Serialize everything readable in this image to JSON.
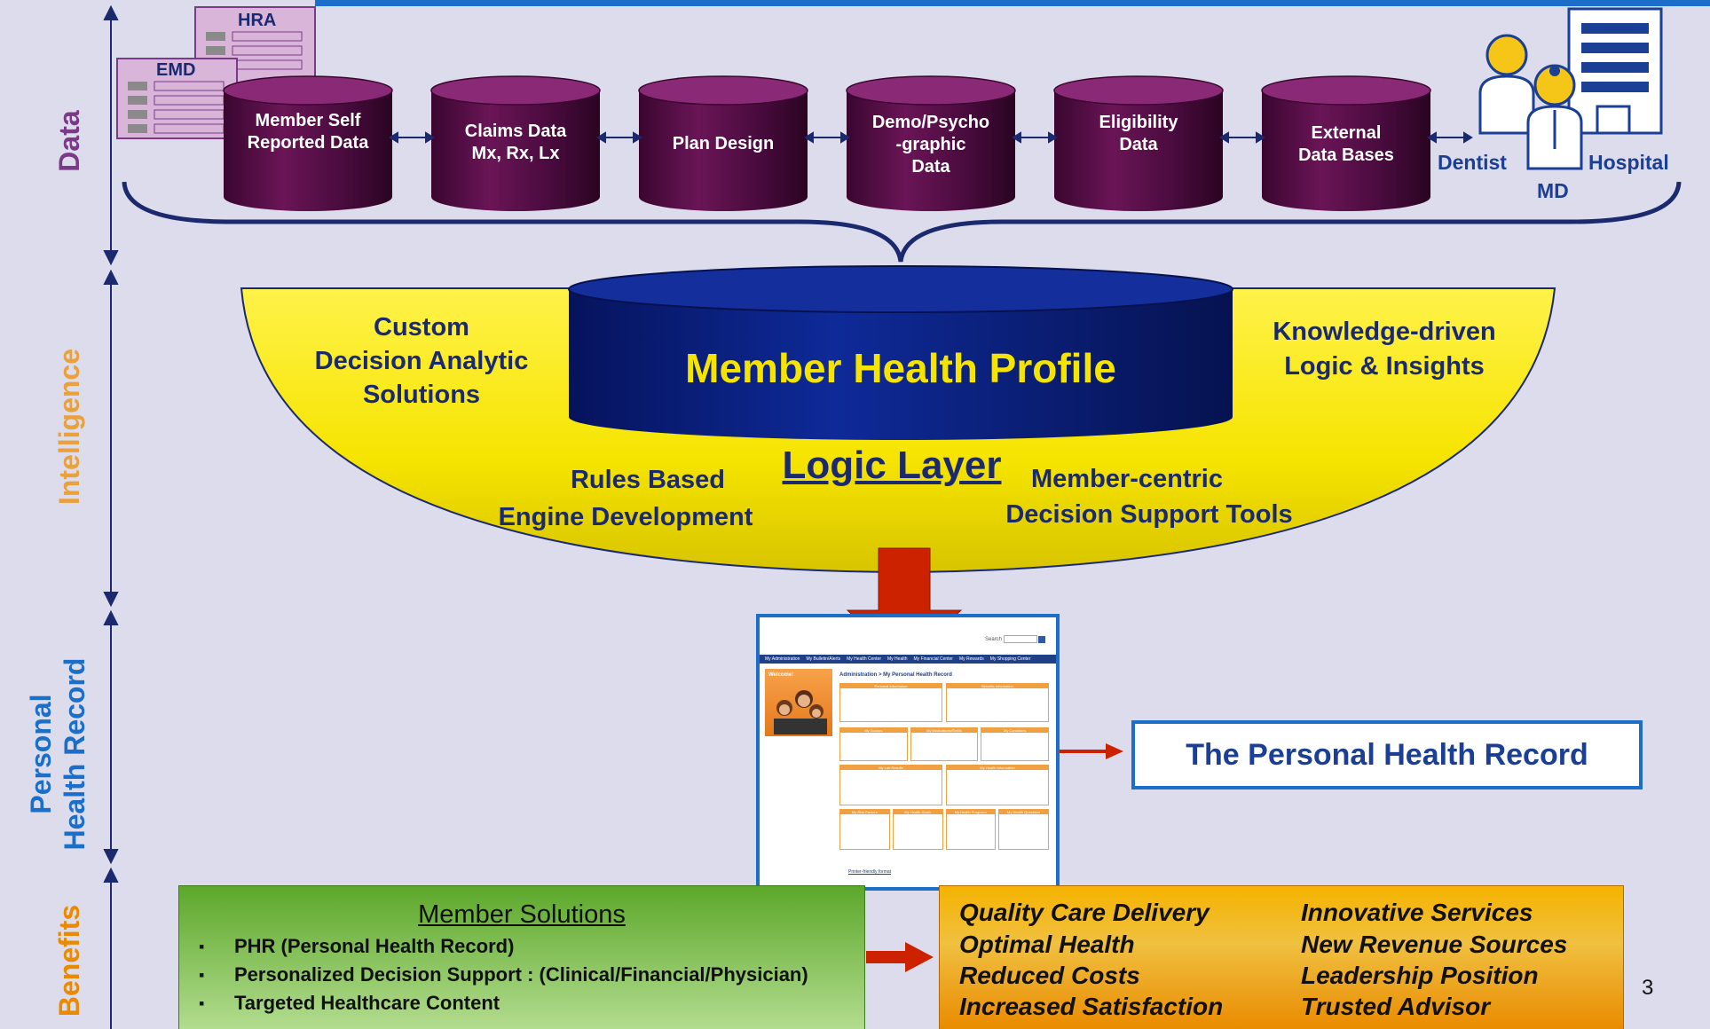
{
  "row_labels": {
    "data": "Data",
    "intelligence": "Intelligence",
    "phr_line1": "Personal",
    "phr_line2": "Health Record",
    "benefits": "Benefits"
  },
  "forms": {
    "hra": "HRA",
    "emd": "EMD"
  },
  "data_sources": [
    {
      "line1": "Member Self",
      "line2": "Reported Data",
      "line3": ""
    },
    {
      "line1": "Claims Data",
      "line2": "Mx, Rx, Lx",
      "line3": ""
    },
    {
      "line1": "Plan Design",
      "line2": "",
      "line3": ""
    },
    {
      "line1": "Demo/Psycho",
      "line2": "-graphic",
      "line3": "Data"
    },
    {
      "line1": "Eligibility",
      "line2": "Data",
      "line3": ""
    },
    {
      "line1": "External",
      "line2": "Data Bases",
      "line3": ""
    }
  ],
  "providers": {
    "dentist": "Dentist",
    "md": "MD",
    "hospital": "Hospital"
  },
  "intelligence": {
    "profile_title": "Member Health Profile",
    "logic_layer": "Logic Layer",
    "left_top": [
      "Custom",
      "Decision Analytic",
      "Solutions"
    ],
    "right_top": [
      "Knowledge-driven",
      "Logic & Insights"
    ],
    "left_bottom": [
      "Rules Based",
      "Engine Development"
    ],
    "right_bottom": [
      "Member-centric",
      "Decision Support Tools"
    ]
  },
  "phr": {
    "callout": "The Personal Health Record",
    "screenshot": {
      "welcome": "Welcome!",
      "breadcrumb": "Administration > My Personal Health Record",
      "nav": [
        "My Administration",
        "My Bulletin/Alerts",
        "My Health Center",
        "My Health",
        "My Financial Center",
        "My Rewards",
        "My Shopping Center"
      ],
      "panels": [
        "Personal Information",
        "Benefits Information",
        "My Doctors",
        "My Medications/Refills",
        "My Conditions",
        "My Lab Results",
        "My Health Information",
        "My Risk Factors",
        "My Health Goals",
        "My Health Programs",
        "My Health Questions"
      ],
      "footer_link": "Printer-friendly format",
      "search_label": "Search"
    }
  },
  "member_solutions": {
    "title": "Member Solutions",
    "items": [
      "PHR (Personal Health Record)",
      "Personalized Decision Support : (Clinical/Financial/Physician)",
      "Targeted Healthcare Content"
    ]
  },
  "benefits": {
    "left": [
      "Quality Care Delivery",
      "Optimal Health",
      "Reduced Costs",
      "Increased Satisfaction"
    ],
    "right": [
      "Innovative Services",
      "New Revenue Sources",
      "Leadership Position",
      "Trusted Advisor"
    ]
  },
  "page_number": "3",
  "colors": {
    "background": "#dcdcec",
    "cylinder": "#5a1048",
    "profile": "#0a1f7a",
    "bowl": "#f5e400",
    "arrow": "#cc2200",
    "row_data": "#7b3a87",
    "row_intelligence": "#e8a13c",
    "row_phr": "#1b6fc8",
    "row_benefits": "#e98a00"
  }
}
